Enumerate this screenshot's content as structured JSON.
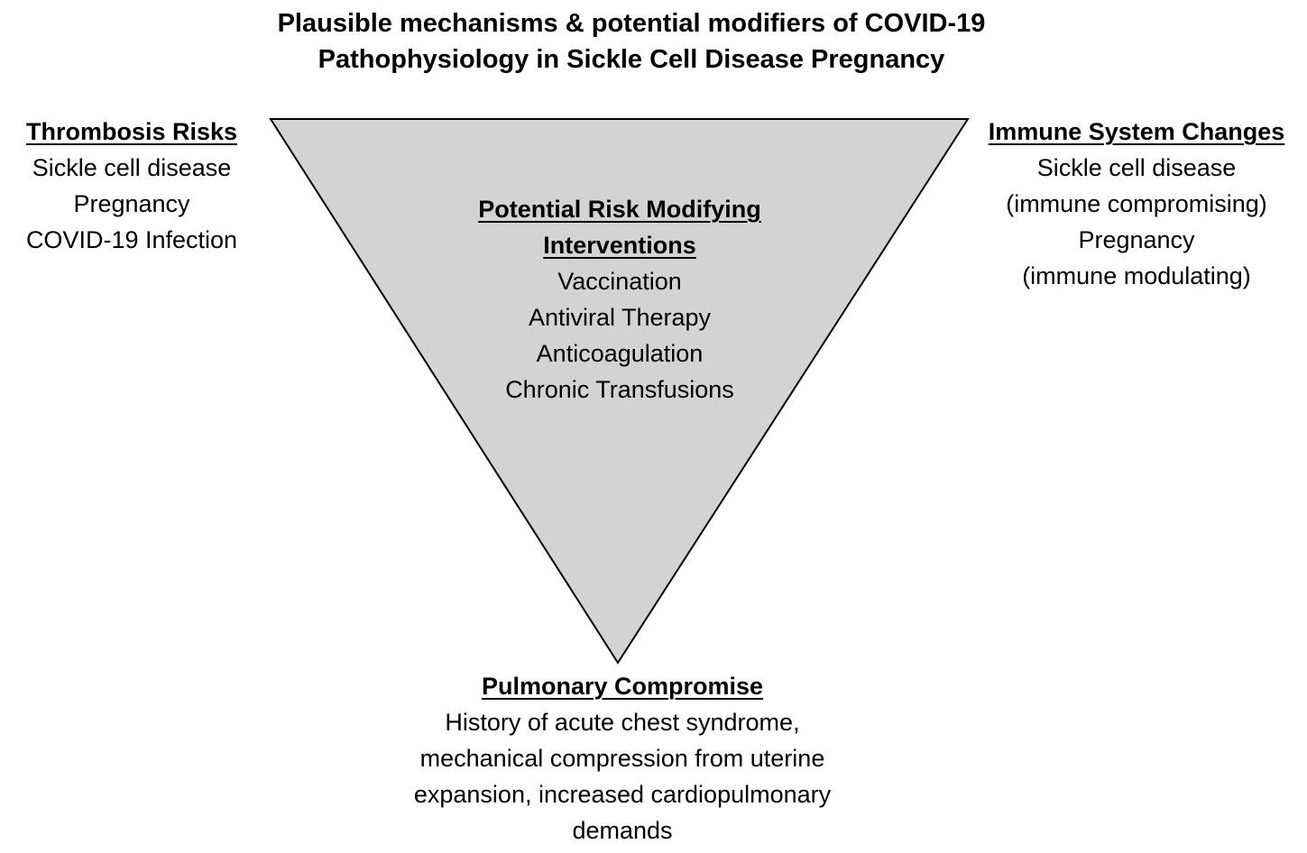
{
  "colors": {
    "background": "#ffffff",
    "triangle_fill": "#d3d3d3",
    "triangle_stroke": "#000000",
    "text": "#000000"
  },
  "title": {
    "line1": "Plausible mechanisms & potential modifiers of COVID-19",
    "line2": "Pathophysiology in Sickle Cell Disease Pregnancy"
  },
  "thrombosis": {
    "heading": "Thrombosis Risks",
    "items": [
      "Sickle cell disease",
      "Pregnancy",
      "COVID-19 Infection"
    ]
  },
  "immune": {
    "heading": "Immune System Changes",
    "items": [
      "Sickle cell disease",
      "(immune compromising)",
      "Pregnancy",
      "(immune modulating)"
    ]
  },
  "interventions": {
    "heading_line1": "Potential Risk Modifying",
    "heading_line2": "Interventions",
    "items": [
      "Vaccination",
      "Antiviral Therapy",
      "Anticoagulation",
      "Chronic Transfusions"
    ]
  },
  "pulmonary": {
    "heading": "Pulmonary Compromise",
    "body_lines": [
      "History of acute chest syndrome,",
      "mechanical compression from uterine",
      "expansion, increased cardiopulmonary",
      "demands"
    ]
  }
}
